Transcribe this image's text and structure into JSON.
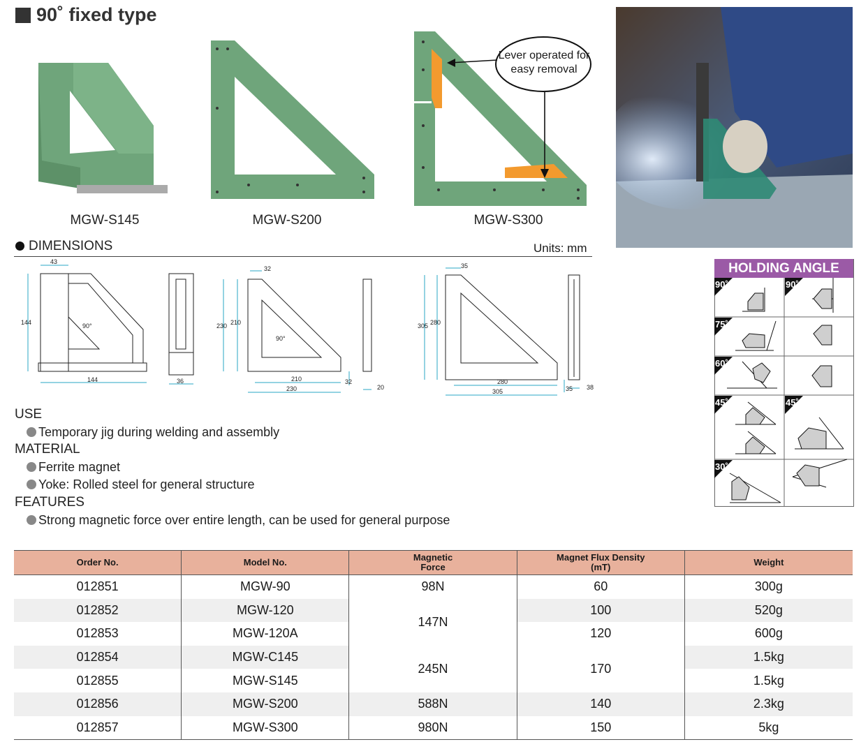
{
  "header": {
    "title": "90˚ fixed type"
  },
  "products": [
    {
      "label": "MGW-S145"
    },
    {
      "label": "MGW-S200"
    },
    {
      "label": "MGW-S300"
    }
  ],
  "callout": {
    "line1": "Lever operated for",
    "line2": "easy removal"
  },
  "dimensions": {
    "title": "DIMENSIONS",
    "units": "Units: mm",
    "d1": {
      "w": "43",
      "h": "144",
      "b": "144",
      "angle": "90°",
      "side": "36"
    },
    "d2": {
      "top": "32",
      "h1": "230",
      "h2": "210",
      "angle": "90°",
      "b1": "210",
      "b2": "230",
      "r": "32",
      "side": "20"
    },
    "d3": {
      "top": "35",
      "h1": "305",
      "h2": "280",
      "b1": "280",
      "b2": "305",
      "r": "35",
      "side": "38"
    }
  },
  "holding_angle": {
    "title": "HOLDING ANGLE",
    "labels": [
      "90˚",
      "90˚",
      "75˚",
      "60˚",
      "45˚",
      "45˚",
      "30˚"
    ]
  },
  "info": {
    "use_heading": "USE",
    "use_items": [
      "Temporary jig during welding and assembly"
    ],
    "material_heading": "MATERIAL",
    "material_items": [
      "Ferrite magnet",
      "Yoke: Rolled steel for general structure"
    ],
    "features_heading": "FEATURES",
    "features_items": [
      "Strong magnetic force over entire length, can be used for general purpose"
    ]
  },
  "table": {
    "headers": [
      "Order No.",
      "Model No.",
      "Magnetic\nForce",
      "Magnet Flux Density\n(mT)",
      "Weight"
    ],
    "rows": [
      {
        "order": "012851",
        "model": "MGW-90",
        "force": "98N",
        "flux": "60",
        "weight": "300g"
      },
      {
        "order": "012852",
        "model": "MGW-120",
        "force": "147N",
        "flux": "100",
        "weight": "520g"
      },
      {
        "order": "012853",
        "model": "MGW-120A",
        "force": "",
        "flux": "120",
        "weight": "600g"
      },
      {
        "order": "012854",
        "model": "MGW-C145",
        "force": "245N",
        "flux": "170",
        "weight": "1.5kg"
      },
      {
        "order": "012855",
        "model": "MGW-S145",
        "force": "",
        "flux": "",
        "weight": "1.5kg"
      },
      {
        "order": "012856",
        "model": "MGW-S200",
        "force": "588N",
        "flux": "140",
        "weight": "2.3kg"
      },
      {
        "order": "012857",
        "model": "MGW-S300",
        "force": "980N",
        "flux": "150",
        "weight": "5kg"
      }
    ]
  }
}
